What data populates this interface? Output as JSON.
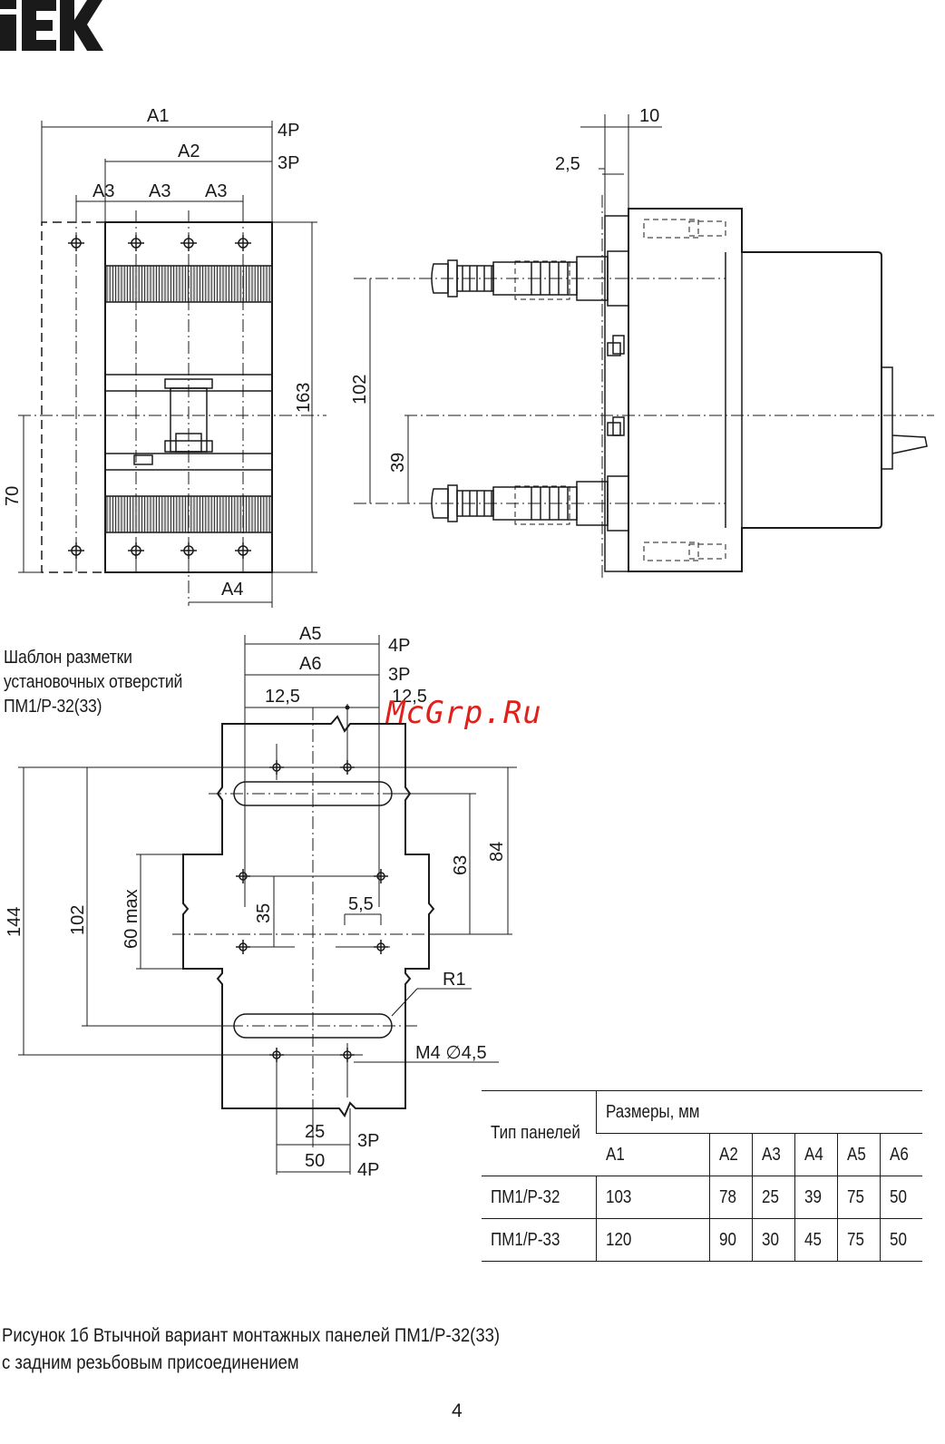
{
  "brand": "IEK",
  "watermark": "McGrp.Ru",
  "template_label": [
    "Шаблон разметки",
    "установочных отверстий",
    "ПМ1/Р-32(33)"
  ],
  "front_view": {
    "labels": {
      "a1": "A1",
      "a2": "A2",
      "a3_1": "A3",
      "a3_2": "A3",
      "a3_3": "A3",
      "a4": "A4",
      "p4": "4P",
      "p3": "3P",
      "h163": "163",
      "h70": "70"
    }
  },
  "side_view": {
    "labels": {
      "d10": "10",
      "d25": "2,5",
      "d102": "102",
      "d39": "39"
    }
  },
  "template_view": {
    "labels": {
      "a5": "A5",
      "a6": "A6",
      "p4": "4P",
      "p3": "3P",
      "p3b": "3P",
      "p4b": "4P",
      "d125a": "12,5",
      "d125b": "12,5",
      "d144": "144",
      "d102": "102",
      "d60": "60 max",
      "d35": "35",
      "d55": "5,5",
      "d63": "63",
      "d84": "84",
      "r1": "R1",
      "m4": "M4 ∅4,5",
      "d25": "25",
      "d50": "50"
    }
  },
  "table": {
    "header_type": "Тип панелей",
    "header_dims": "Размеры, мм",
    "columns": [
      "A1",
      "A2",
      "A3",
      "A4",
      "A5",
      "A6"
    ],
    "rows": [
      {
        "type": "ПМ1/Р-32",
        "values": [
          "103",
          "78",
          "25",
          "39",
          "75",
          "50"
        ]
      },
      {
        "type": "ПМ1/Р-33",
        "values": [
          "120",
          "90",
          "30",
          "45",
          "75",
          "50"
        ]
      }
    ]
  },
  "caption": [
    "Рисунок 1б  Втычной вариант монтажных панелей ПМ1/Р-32(33)",
    "с задним резьбовым присоединением"
  ],
  "page_number": "4",
  "colors": {
    "ink": "#1a1a1a",
    "watermark": "#e0201a"
  }
}
